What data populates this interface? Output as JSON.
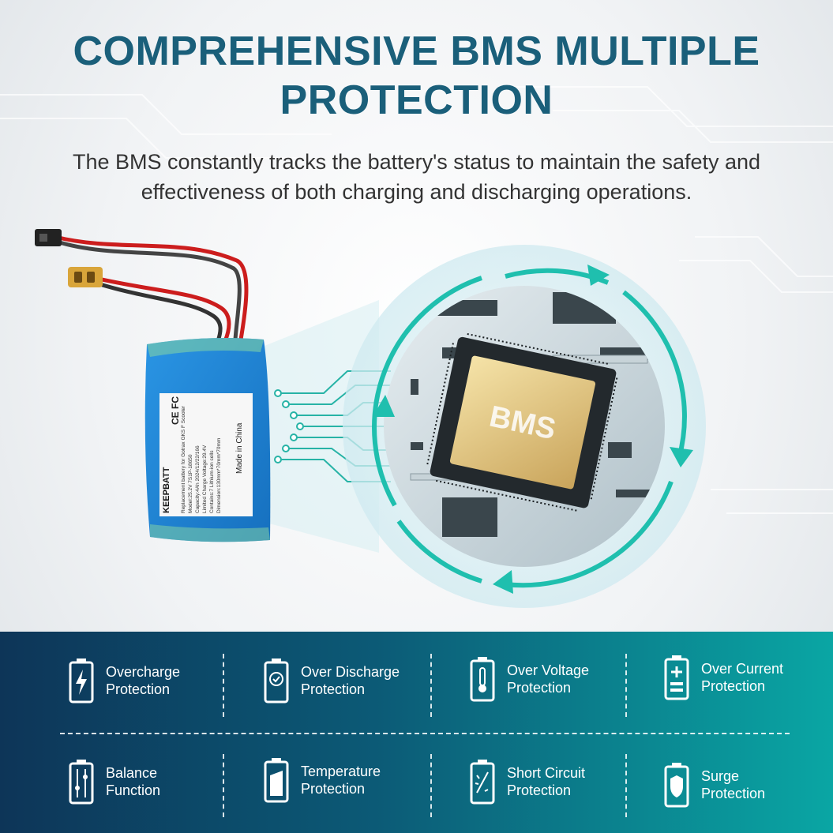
{
  "header": {
    "title_line1": "COMPREHENSIVE BMS MULTIPLE",
    "title_line2": "PROTECTION",
    "subtitle": "The BMS constantly tracks the battery's status to maintain the safety and effectiveness of both charging and discharging operations."
  },
  "battery_label": {
    "brand": "KEEPBATT",
    "lines": [
      "Replacement battery for Gotrax GKS F Scooter",
      "Model:25.2V 7S1P-18650",
      "Capacity:4Ah   2024/12/22/166",
      "Limited Charge Voltage:29.4V",
      "Contains:7 Lithium-ion cells",
      "Dimension:130mm*70mm*70mm"
    ],
    "origin": "Made in China",
    "cert_marks": "CE FC"
  },
  "chip_label": "BMS",
  "features": [
    {
      "icon": "battery-bolt-icon",
      "label": "Overcharge\nProtection"
    },
    {
      "icon": "battery-check-icon",
      "label": "Over Discharge\nProtection"
    },
    {
      "icon": "battery-thermometer-icon",
      "label": "Over Voltage\nProtection"
    },
    {
      "icon": "battery-plus-minus-icon",
      "label": "Over Current\nProtection"
    },
    {
      "icon": "battery-balance-icon",
      "label": "Balance\nFunction"
    },
    {
      "icon": "battery-temperature-icon",
      "label": "Temperature\nProtection"
    },
    {
      "icon": "battery-short-circuit-icon",
      "label": "Short Circuit\nProtection"
    },
    {
      "icon": "battery-shield-icon",
      "label": "Surge\nProtection"
    }
  ],
  "colors": {
    "title": "#1a5f7a",
    "accent_teal": "#1fbfae",
    "battery_blue": "#1e86d6",
    "band_start": "#0d3558",
    "band_end": "#0aa6a4"
  }
}
